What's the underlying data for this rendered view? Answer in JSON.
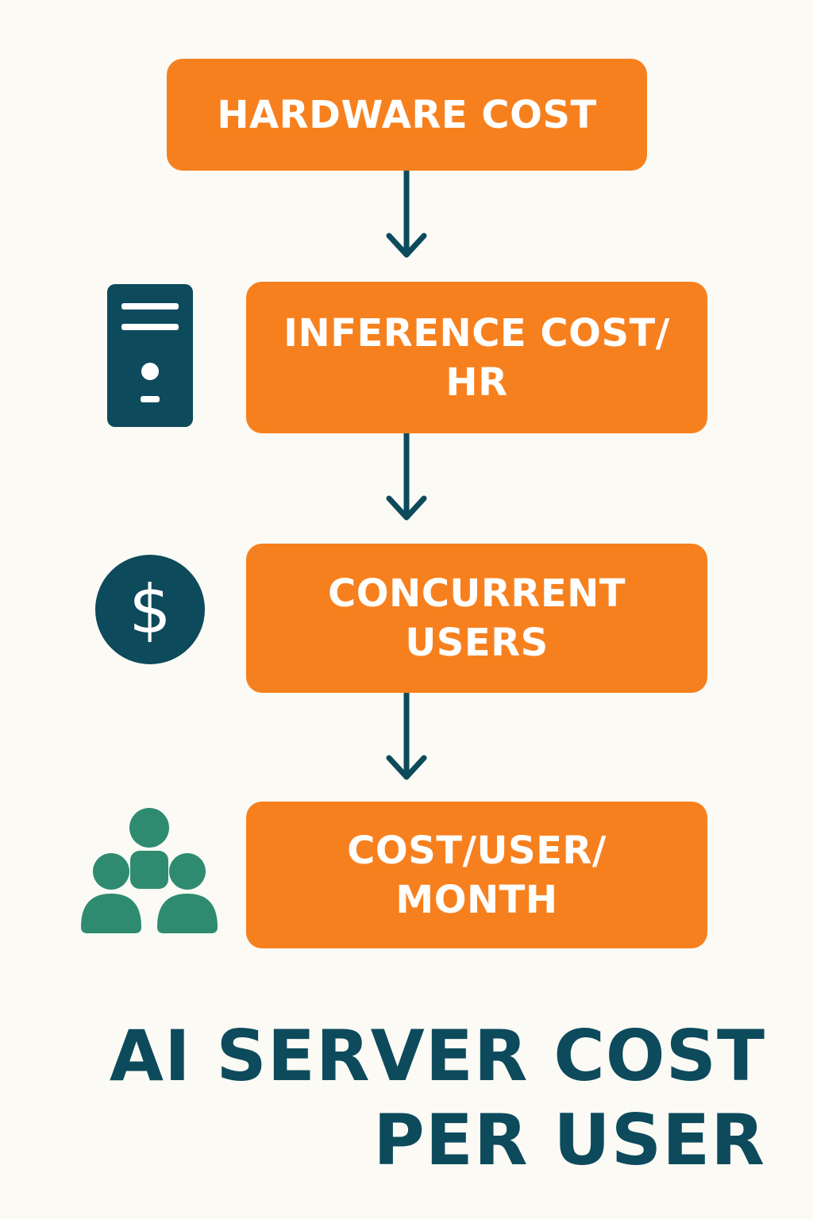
{
  "colors": {
    "box_fill": "#f7801e",
    "box_text": "#ffffff",
    "arrow": "#0d4a5c",
    "server_icon": "#0d4a5c",
    "dollar_icon": "#0d4a5c",
    "users_icon": "#2e8b70",
    "title": "#0d4a5c",
    "background": "#fbfaf5"
  },
  "flow": {
    "steps": [
      {
        "lines": [
          "HARDWARE COST"
        ]
      },
      {
        "lines": [
          "INFERENCE COST/",
          "HR"
        ],
        "icon": "server-icon"
      },
      {
        "lines": [
          "CONCURRENT",
          "USERS"
        ],
        "icon": "dollar-icon"
      },
      {
        "lines": [
          "COST/USER/",
          "MONTH"
        ],
        "icon": "users-icon"
      }
    ],
    "dollar_symbol": "$"
  },
  "title": {
    "lines": [
      "AI SERVER COST",
      "PER USER"
    ]
  }
}
